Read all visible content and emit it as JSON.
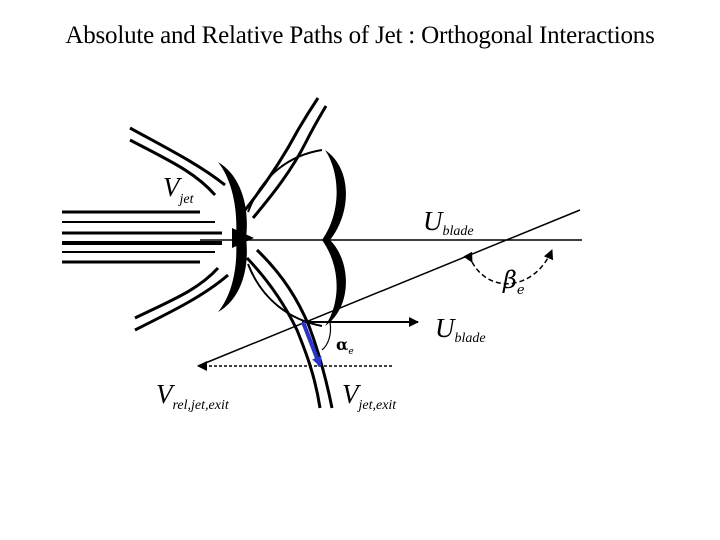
{
  "title": "Absolute and Relative Paths of Jet : Orthogonal Interactions",
  "labels": {
    "v_jet": {
      "main": "V",
      "sub": "jet"
    },
    "u_blade_top": {
      "main": "U",
      "sub": "blade"
    },
    "beta_e": {
      "main": "β",
      "sub": "e"
    },
    "u_blade_mid": {
      "main": "U",
      "sub": "blade"
    },
    "alpha_e": {
      "main": "α",
      "sub": "e"
    },
    "v_rel_jet_exit": {
      "main": "V",
      "sub": "rel,jet,exit"
    },
    "v_jet_exit": {
      "main": "V",
      "sub": "jet,exit"
    }
  },
  "colors": {
    "accent_vector": "#2a35c8",
    "ink": "#000000",
    "background": "#ffffff"
  }
}
